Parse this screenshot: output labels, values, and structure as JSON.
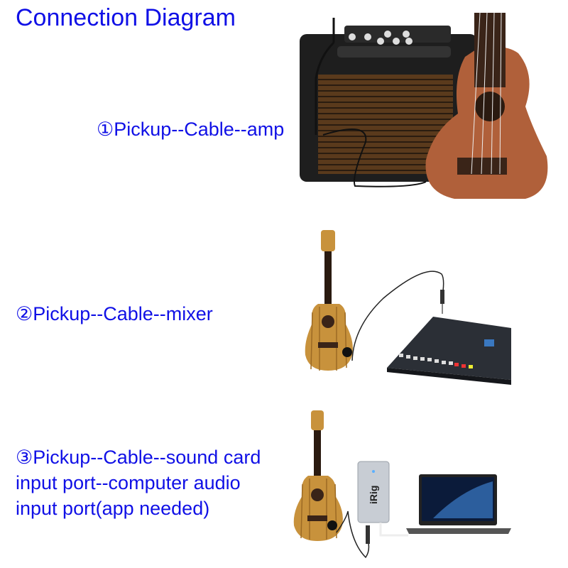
{
  "title": "Connection Diagram",
  "colors": {
    "text": "#1010e6",
    "background": "#ffffff",
    "amp_body": "#1e1e1e",
    "amp_grille": "#5a3a1c",
    "ukulele_mahogany": "#b0603a",
    "ukulele_zebrawood": "#c8923c",
    "mixer_body": "#2b2f36",
    "irig_body": "#c8cdd4",
    "laptop_screen": "#0b1b3a"
  },
  "steps": [
    {
      "number": "①",
      "lines": [
        "①Pickup--Cable--amp"
      ],
      "illustration": "ukulele-pickup-cable-amplifier"
    },
    {
      "number": "②",
      "lines": [
        "②Pickup--Cable--mixer"
      ],
      "illustration": "ukulele-pickup-cable-mixer"
    },
    {
      "number": "③",
      "lines": [
        "③Pickup--Cable--sound card",
        "input port--computer audio",
        "input port(app needed)"
      ],
      "illustration": "ukulele-pickup-cable-irig-laptop"
    }
  ],
  "labels": {
    "irig_brand": "iRig"
  }
}
